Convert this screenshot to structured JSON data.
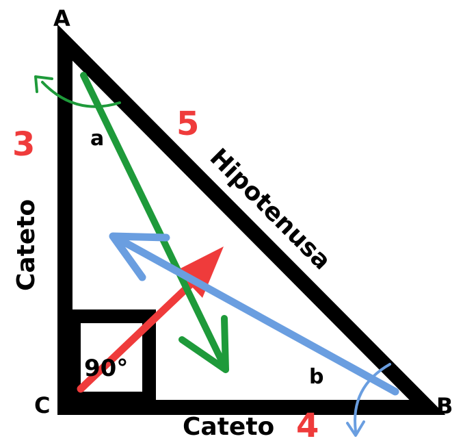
{
  "vertices": {
    "a_label": "A",
    "b_label": "B",
    "c_label": "C"
  },
  "sides": {
    "vertical_leg_label": "Cateto",
    "horizontal_leg_label": "Cateto",
    "hypotenuse_label": "Hipotenusa",
    "vertical_leg_value": "3",
    "horizontal_leg_value": "4",
    "hypotenuse_value": "5"
  },
  "angles": {
    "right_angle_label": "90°",
    "angle_a_label": "a",
    "angle_b_label": "b"
  },
  "colors": {
    "triangle_stroke": "#000000",
    "number_accent": "#ef3b3b",
    "green_arrow": "#1e9a3a",
    "blue_arrow": "#6a9ee0",
    "red_arrow": "#ef3b3b"
  }
}
